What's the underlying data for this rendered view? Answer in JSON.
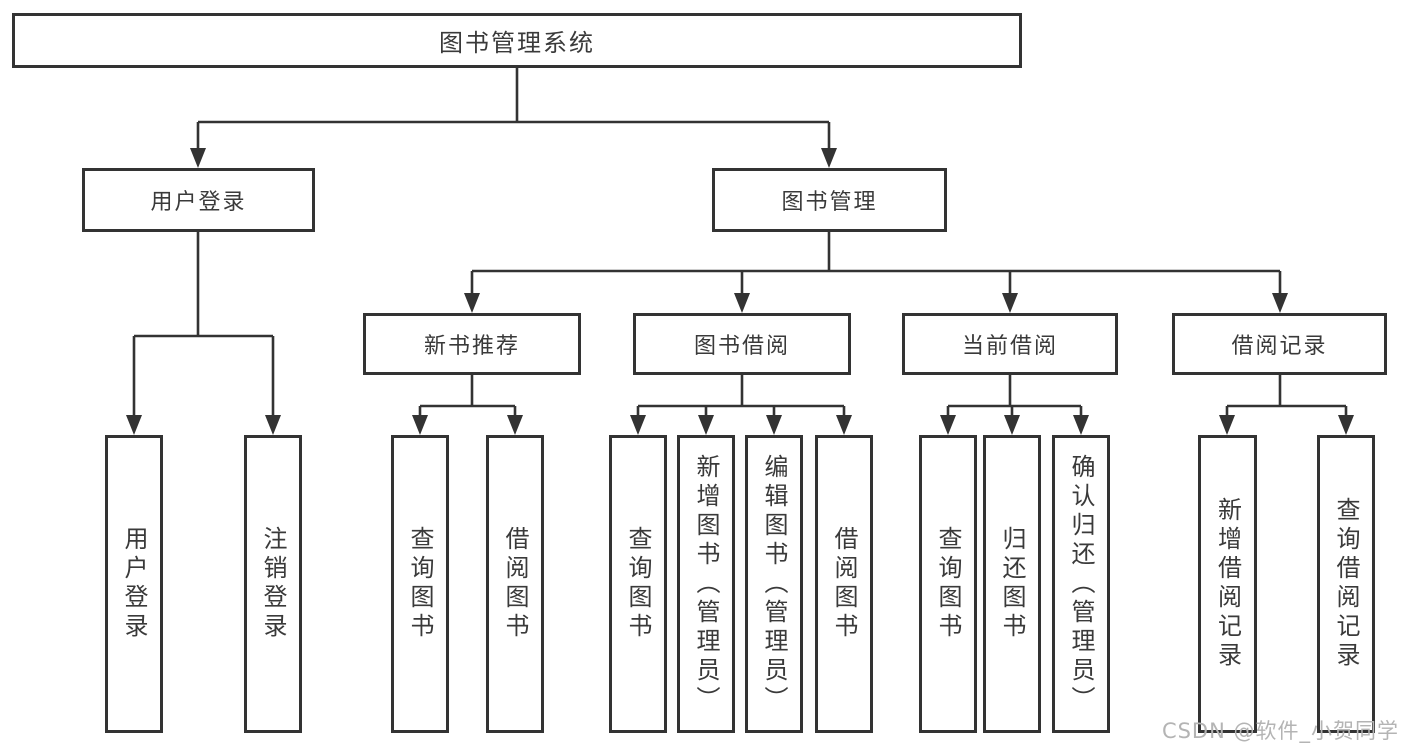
{
  "diagram": {
    "root": {
      "label": "图书管理系统"
    },
    "level2": [
      {
        "label": "用户登录",
        "parent": "图书管理系统"
      },
      {
        "label": "图书管理",
        "parent": "图书管理系统"
      }
    ],
    "level3": [
      {
        "label": "新书推荐",
        "parent": "图书管理"
      },
      {
        "label": "图书借阅",
        "parent": "图书管理"
      },
      {
        "label": "当前借阅",
        "parent": "图书管理"
      },
      {
        "label": "借阅记录",
        "parent": "图书管理"
      }
    ],
    "leaves": [
      {
        "label": "用户登录",
        "parent": "用户登录"
      },
      {
        "label": "注销登录",
        "parent": "用户登录"
      },
      {
        "label": "查询图书",
        "parent": "新书推荐"
      },
      {
        "label": "借阅图书",
        "parent": "新书推荐"
      },
      {
        "label": "查询图书",
        "parent": "图书借阅"
      },
      {
        "label": "新增图书（管理员）",
        "parent": "图书借阅"
      },
      {
        "label": "编辑图书（管理员）",
        "parent": "图书借阅"
      },
      {
        "label": "借阅图书",
        "parent": "图书借阅"
      },
      {
        "label": "查询图书",
        "parent": "当前借阅"
      },
      {
        "label": "归还图书",
        "parent": "当前借阅"
      },
      {
        "label": "确认归还（管理员）",
        "parent": "当前借阅"
      },
      {
        "label": "新增借阅记录",
        "parent": "借阅记录"
      },
      {
        "label": "查询借阅记录",
        "parent": "借阅记录"
      }
    ],
    "colors": {
      "line": "#333333",
      "text": "#3a3a3a",
      "background": "#ffffff",
      "watermark": "#b4b4b4"
    }
  },
  "watermark": {
    "text": "CSDN @软件_小贺同学"
  }
}
